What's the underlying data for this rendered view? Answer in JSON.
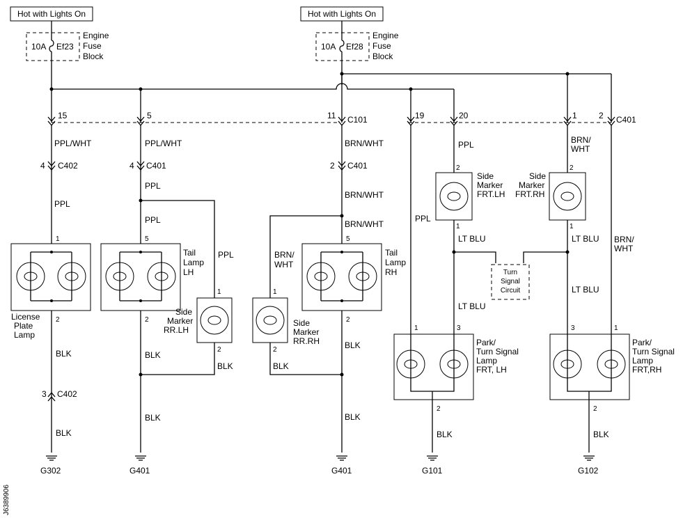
{
  "power_sources": [
    {
      "label": "Hot with Lights On",
      "fuse_rating": "10A",
      "fuse_id": "Ef23",
      "block": [
        "Engine",
        "Fuse",
        "Block"
      ]
    },
    {
      "label": "Hot with Lights On",
      "fuse_rating": "10A",
      "fuse_id": "Ef28",
      "block": [
        "Engine",
        "Fuse",
        "Block"
      ]
    }
  ],
  "connectors": {
    "c101": "C101",
    "c401": "C401",
    "c402": "C402",
    "pins": {
      "p15": "15",
      "p5": "5",
      "p11": "11",
      "p19": "19",
      "p20": "20",
      "p1": "1",
      "p2": "2",
      "p4": "4",
      "p3": "3"
    }
  },
  "wires": {
    "ppl_wht": "PPL/WHT",
    "ppl": "PPL",
    "brn_wht": "BRN/WHT",
    "brn": "BRN/",
    "wht": "WHT",
    "blk": "BLK",
    "lt_blu": "LT BLU"
  },
  "components": {
    "license_plate_lamp": [
      "License",
      "Plate",
      "Lamp"
    ],
    "tail_lamp_lh": [
      "Tail",
      "Lamp",
      "LH"
    ],
    "tail_lamp_rh": [
      "Tail",
      "Lamp",
      "RH"
    ],
    "side_marker_rr_lh": [
      "Side",
      "Marker",
      "RR.LH"
    ],
    "side_marker_rr_rh": [
      "Side",
      "Marker",
      "RR.RH"
    ],
    "side_marker_frt_lh": [
      "Side",
      "Marker",
      "FRT.LH"
    ],
    "side_marker_frt_rh": [
      "Side",
      "Marker",
      "FRT.RH"
    ],
    "turn_signal_circuit": [
      "Turn",
      "Signal",
      "Circuit"
    ],
    "park_turn_frt_lh": [
      "Park/",
      "Turn Signal",
      "Lamp",
      "FRT, LH"
    ],
    "park_turn_frt_rh": [
      "Park/",
      "Turn Signal",
      "Lamp",
      "FRT,RH"
    ]
  },
  "grounds": [
    "G302",
    "G401",
    "G401",
    "G101",
    "G102"
  ],
  "figure_id": "J6389906"
}
